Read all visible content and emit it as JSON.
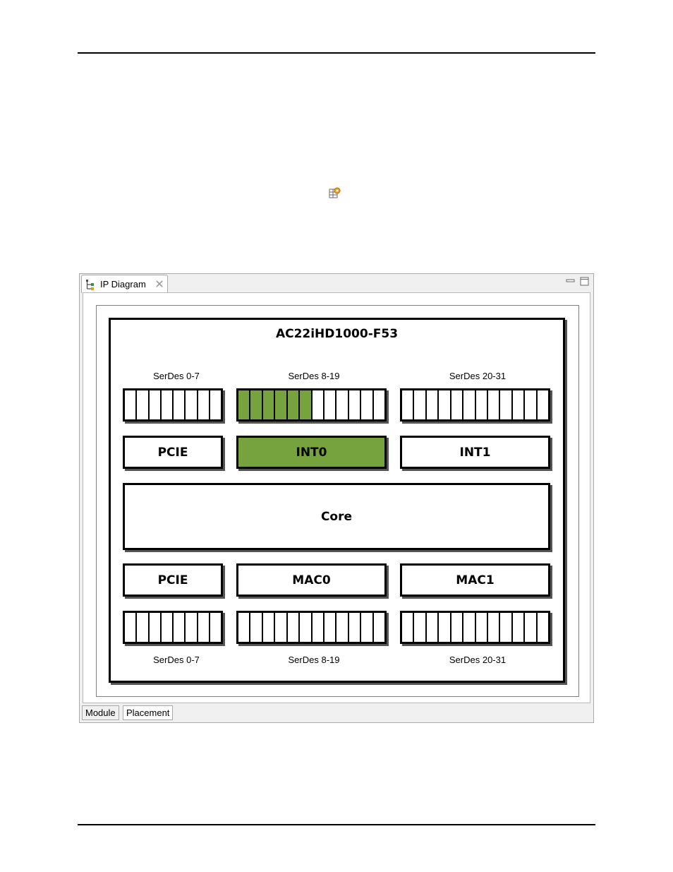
{
  "document": {
    "top_rule": true,
    "bottom_rule": true
  },
  "window": {
    "view_tab": {
      "title": "IP Diagram",
      "icon": "hierarchy-icon",
      "close_icon": "close-icon"
    },
    "controls": [
      "minimize-icon",
      "maximize-icon"
    ]
  },
  "diagram": {
    "chip_title": "AC22iHD1000-F53",
    "top_serdes_labels": [
      "SerDes 0-7",
      "SerDes 8-19",
      "SerDes 20-31"
    ],
    "bottom_serdes_labels": [
      "SerDes 0-7",
      "SerDes 8-19",
      "SerDes 20-31"
    ],
    "top_lane_groups": [
      {
        "lanes": 8,
        "active_lanes": 0
      },
      {
        "lanes": 12,
        "active_lanes": 6
      },
      {
        "lanes": 12,
        "active_lanes": 0
      }
    ],
    "bottom_lane_groups": [
      {
        "lanes": 8,
        "active_lanes": 0
      },
      {
        "lanes": 12,
        "active_lanes": 0
      },
      {
        "lanes": 12,
        "active_lanes": 0
      }
    ],
    "upper_blocks": [
      {
        "label": "PCIE",
        "active": false
      },
      {
        "label": "INT0",
        "active": true
      },
      {
        "label": "INT1",
        "active": false
      }
    ],
    "core_label": "Core",
    "lower_blocks": [
      {
        "label": "PCIE",
        "active": false
      },
      {
        "label": "MAC0",
        "active": false
      },
      {
        "label": "MAC1",
        "active": false
      }
    ],
    "active_color": "#77a33e"
  },
  "bottom_tabs": [
    {
      "label": "Module",
      "selected": false
    },
    {
      "label": "Placement",
      "selected": true
    }
  ]
}
